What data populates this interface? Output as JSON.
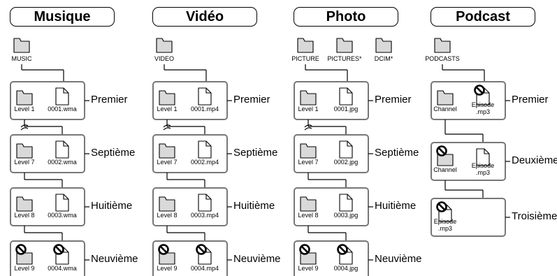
{
  "columns": [
    {
      "header": "Musique",
      "top_folders": [
        "MUSIC"
      ],
      "rows": [
        {
          "level": "Premier",
          "items": [
            {
              "type": "folder",
              "label": "Level 1"
            },
            {
              "type": "file",
              "label": "0001.wma"
            }
          ]
        },
        {
          "level": "Septième",
          "items": [
            {
              "type": "folder",
              "label": "Level 7"
            },
            {
              "type": "file",
              "label": "0002.wma"
            }
          ]
        },
        {
          "level": "Huitième",
          "items": [
            {
              "type": "folder",
              "label": "Level 8"
            },
            {
              "type": "file",
              "label": "0003.wma"
            }
          ]
        },
        {
          "level": "Neuvième",
          "items": [
            {
              "type": "folder",
              "label": "Level 9",
              "blocked": true
            },
            {
              "type": "file",
              "label": "0004.wma",
              "blocked": true
            }
          ]
        }
      ]
    },
    {
      "header": "Vidéo",
      "top_folders": [
        "VIDEO"
      ],
      "rows": [
        {
          "level": "Premier",
          "items": [
            {
              "type": "folder",
              "label": "Level 1"
            },
            {
              "type": "file",
              "label": "0001.mp4"
            }
          ]
        },
        {
          "level": "Septième",
          "items": [
            {
              "type": "folder",
              "label": "Level 7"
            },
            {
              "type": "file",
              "label": "0002.mp4"
            }
          ]
        },
        {
          "level": "Huitième",
          "items": [
            {
              "type": "folder",
              "label": "Level 8"
            },
            {
              "type": "file",
              "label": "0003.mp4"
            }
          ]
        },
        {
          "level": "Neuvième",
          "items": [
            {
              "type": "folder",
              "label": "Level 9",
              "blocked": true
            },
            {
              "type": "file",
              "label": "0004.mp4",
              "blocked": true
            }
          ]
        }
      ]
    },
    {
      "header": "Photo",
      "top_folders": [
        "PICTURE",
        "PICTURES*",
        "DCIM*"
      ],
      "rows": [
        {
          "level": "Premier",
          "items": [
            {
              "type": "folder",
              "label": "Level 1"
            },
            {
              "type": "file",
              "label": "0001.jpg"
            }
          ]
        },
        {
          "level": "Septième",
          "items": [
            {
              "type": "folder",
              "label": "Level 7"
            },
            {
              "type": "file",
              "label": "0002.jpg"
            }
          ]
        },
        {
          "level": "Huitième",
          "items": [
            {
              "type": "folder",
              "label": "Level 8"
            },
            {
              "type": "file",
              "label": "0003.jpg"
            }
          ]
        },
        {
          "level": "Neuvième",
          "items": [
            {
              "type": "folder",
              "label": "Level 9",
              "blocked": true
            },
            {
              "type": "file",
              "label": "0004.jpg",
              "blocked": true
            }
          ]
        }
      ]
    },
    {
      "header": "Podcast",
      "top_folders": [
        "PODCASTS"
      ],
      "rows": [
        {
          "level": "Premier",
          "items": [
            {
              "type": "folder",
              "label": "Channel"
            },
            {
              "type": "file",
              "label": "Episode\n.mp3",
              "blocked": true
            }
          ]
        },
        {
          "level": "Deuxième",
          "items": [
            {
              "type": "folder",
              "label": "Channel",
              "blocked": true
            },
            {
              "type": "file",
              "label": "Episode\n.mp3"
            }
          ]
        },
        {
          "level": "Troisième",
          "items": [
            {
              "type": "file",
              "label": "Episode\n.mp3",
              "blocked": true
            }
          ]
        }
      ]
    }
  ]
}
